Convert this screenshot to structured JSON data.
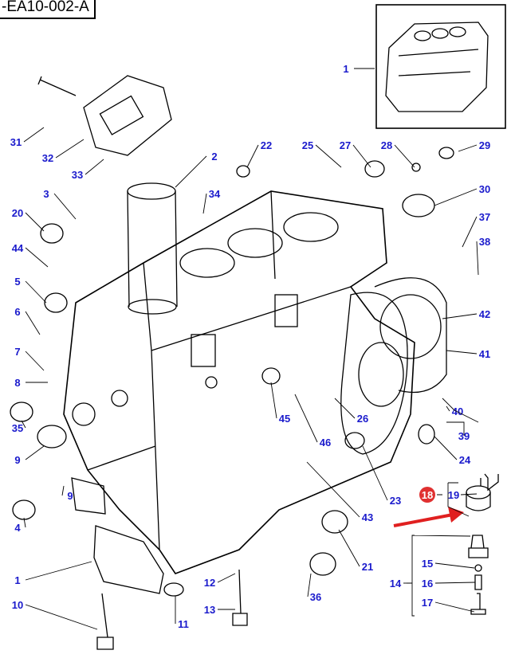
{
  "figure_ref": "-EA10-002-A",
  "callouts": [
    "1",
    "31",
    "32",
    "33",
    "2",
    "22",
    "25",
    "27",
    "28",
    "29",
    "3",
    "34",
    "20",
    "30",
    "44",
    "37",
    "38",
    "5",
    "42",
    "6",
    "41",
    "7",
    "8",
    "40",
    "45",
    "26",
    "39",
    "35",
    "46",
    "24",
    "9",
    "9",
    "23",
    "19",
    "43",
    "4",
    "15",
    "14",
    "16",
    "21",
    "1",
    "12",
    "36",
    "17",
    "10",
    "13",
    "11"
  ],
  "highlighted_callout": "18",
  "colors": {
    "callout_text": "#1a1acc",
    "highlight_badge": "#e03030",
    "arrow": "#e02020",
    "line": "#000000"
  }
}
